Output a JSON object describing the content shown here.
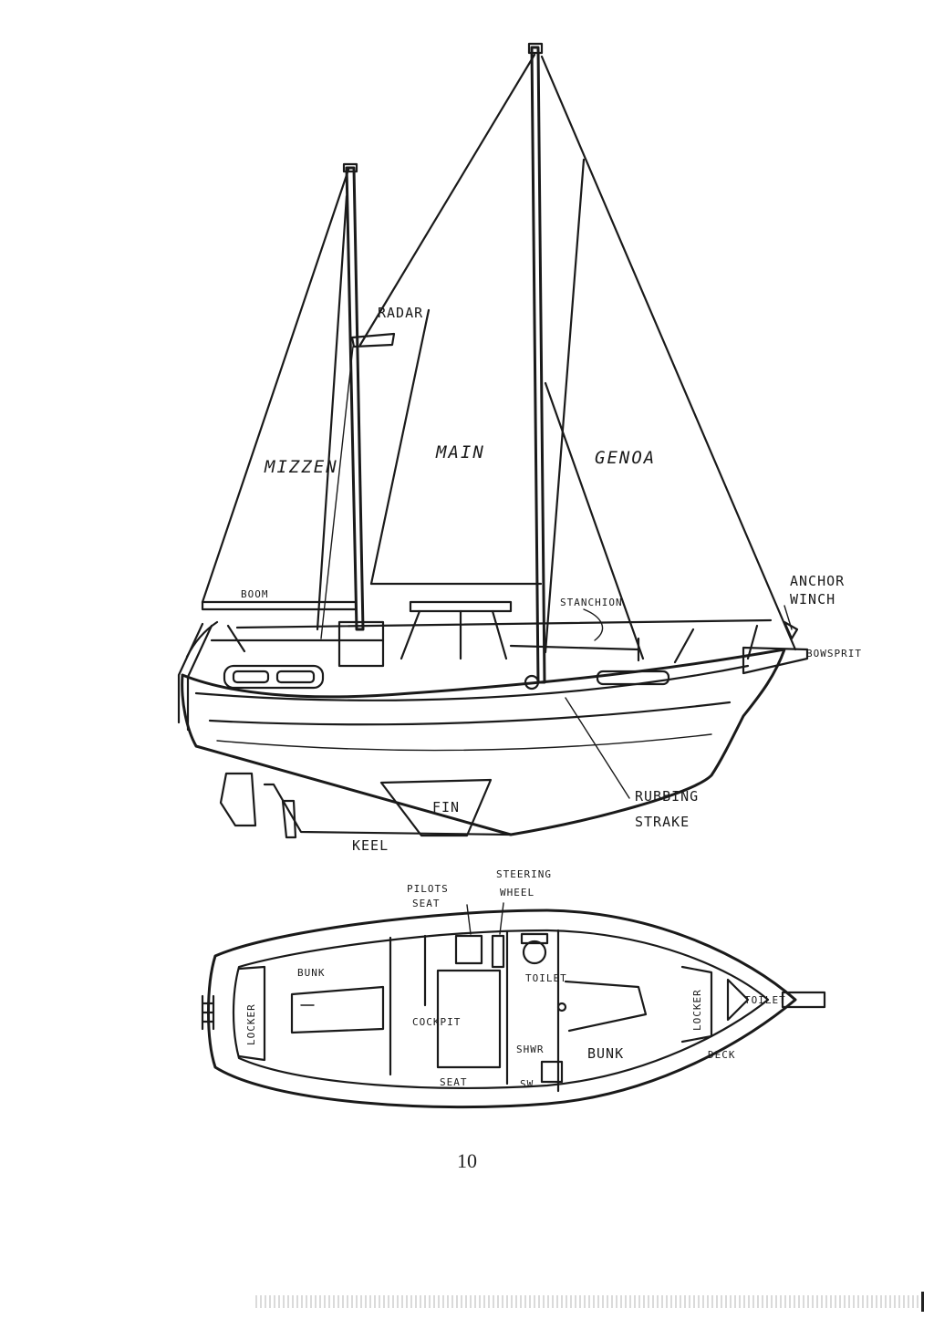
{
  "profile_labels": {
    "radar": "RADAR",
    "mizzen": "MIZZEN",
    "main": "MAIN",
    "genoa": "GENOA",
    "boom": "BOOM",
    "stanchion": "STANCHION",
    "anchor_winch_1": "ANCHOR",
    "anchor_winch_2": "WINCH",
    "bowsprit": "BOWSPRIT",
    "rubbing_strake_1": "RUBBING",
    "rubbing_strake_2": "STRAKE",
    "fin": "FIN",
    "keel": "KEEL"
  },
  "plan_labels": {
    "pilots_seat_1": "PILOTS",
    "pilots_seat_2": "SEAT",
    "steering_wheel_1": "STEERING",
    "steering_wheel_2": "WHEEL",
    "bunk_aft": "BUNK",
    "locker_aft": "LOCKER",
    "cockpit": "COCKPIT",
    "seat": "SEAT",
    "toilet_1": "TOILET",
    "toilet_2": "TOILET",
    "shower": "SHWR",
    "bunk_fwd": "BUNK",
    "locker_fwd": "LOCKER",
    "sw": "SW",
    "deck": "DECK"
  },
  "page_number": "10",
  "colors": {
    "ink": "#1a1a1a",
    "paper": "#ffffff"
  }
}
